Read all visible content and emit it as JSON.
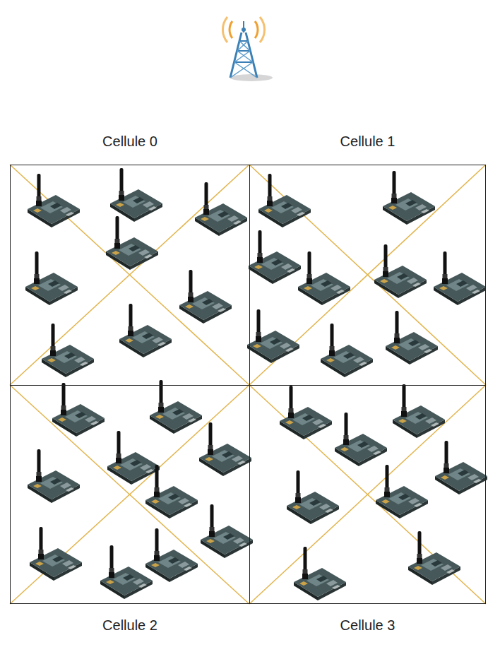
{
  "diagram": {
    "nodes": [
      {
        "text": [
          "Cellule 0"
        ]
      },
      {
        "text": [
          "Cellule 1"
        ]
      },
      {
        "text": [
          "Cellule 2"
        ]
      },
      {
        "text": [
          "Cellule 3"
        ]
      }
    ]
  }
}
